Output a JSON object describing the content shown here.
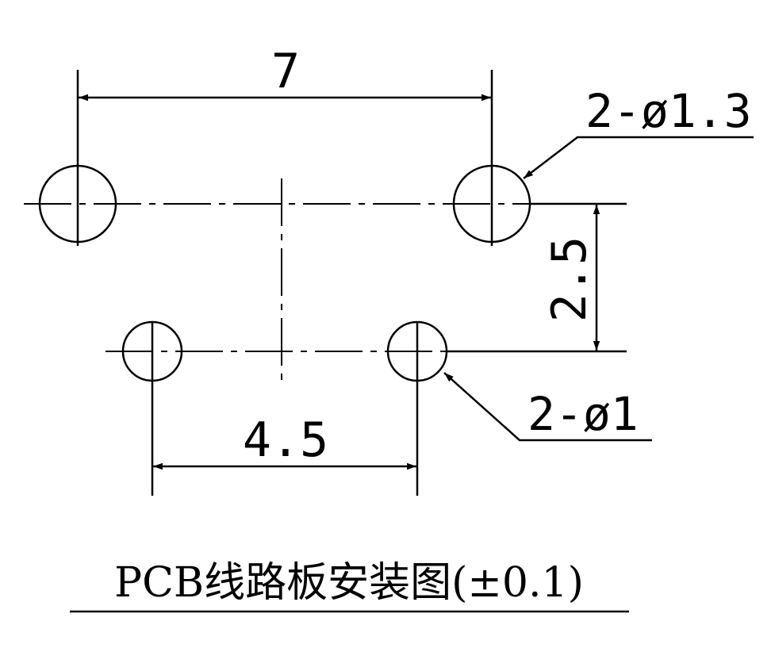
{
  "dimensions": {
    "top_width": "7",
    "bottom_width": "4.5",
    "vertical_offset": "2.5"
  },
  "callouts": {
    "large_holes": "2-ø1.3",
    "small_holes": "2-ø1"
  },
  "caption": "PCB线路板安装图(±0.1)",
  "colors": {
    "line": "#000000",
    "background": "#ffffff"
  }
}
